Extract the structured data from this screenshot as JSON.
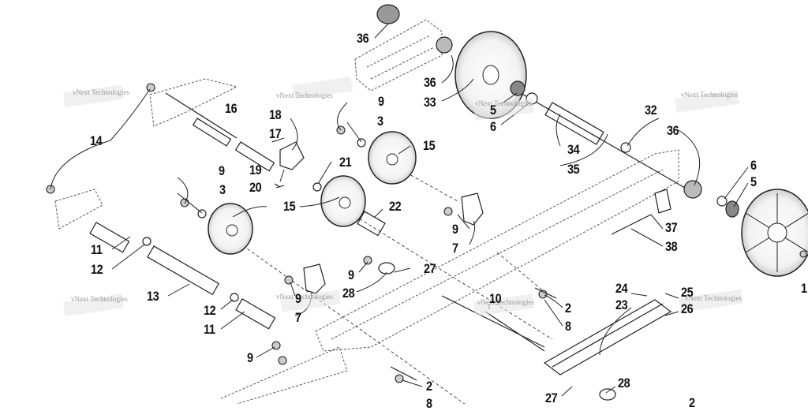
{
  "diagram": {
    "watermark": "vNext Technologies",
    "callouts": [
      "36",
      "36",
      "33",
      "5",
      "6",
      "16",
      "18",
      "17",
      "14",
      "9",
      "3",
      "15",
      "32",
      "36",
      "19",
      "20",
      "21",
      "9",
      "3",
      "34",
      "35",
      "6",
      "5",
      "22",
      "15",
      "11",
      "12",
      "9",
      "7",
      "37",
      "38",
      "27",
      "9",
      "28",
      "13",
      "12",
      "11",
      "9",
      "7",
      "10",
      "2",
      "8",
      "24",
      "25",
      "23",
      "26",
      "9",
      "2",
      "27",
      "28",
      "1",
      "2",
      "8"
    ]
  }
}
